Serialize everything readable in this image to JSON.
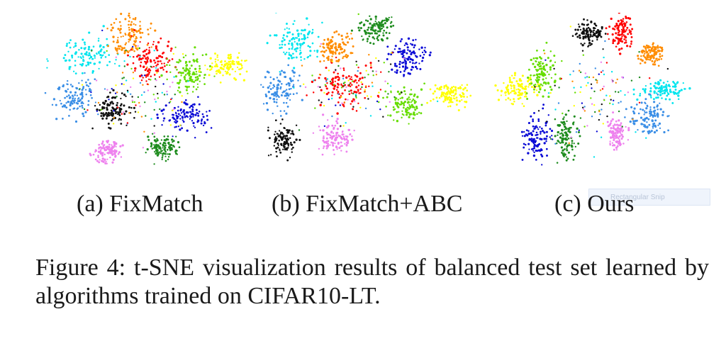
{
  "figure": {
    "subcaptions": {
      "a": "(a) FixMatch",
      "b": "(b) FixMatch+ABC",
      "c": "(c) Ours"
    },
    "caption": "Figure 4: t-SNE visualization results of balanced test set learned by algorithms trained on CIFAR10-LT."
  },
  "overlay": {
    "snip_label": "Rectangular Snip"
  },
  "palette": [
    "#00e5ee",
    "#ff8c00",
    "#ff0000",
    "#66dd00",
    "#ffff00",
    "#3a8ee6",
    "#111111",
    "#0a0ad6",
    "#ee82ee",
    "#1e8c1e"
  ],
  "chart_data": [
    {
      "type": "scatter",
      "title": "(a) FixMatch",
      "clusters": [
        {
          "color": "#00e5ee",
          "cx": 0.22,
          "cy": 0.25,
          "rx": 0.13,
          "ry": 0.12
        },
        {
          "color": "#ff8c00",
          "cx": 0.42,
          "cy": 0.14,
          "rx": 0.09,
          "ry": 0.12
        },
        {
          "color": "#ff0000",
          "cx": 0.52,
          "cy": 0.3,
          "rx": 0.1,
          "ry": 0.14
        },
        {
          "color": "#66dd00",
          "cx": 0.7,
          "cy": 0.38,
          "rx": 0.1,
          "ry": 0.12
        },
        {
          "color": "#ffff00",
          "cx": 0.88,
          "cy": 0.33,
          "rx": 0.09,
          "ry": 0.07
        },
        {
          "color": "#3a8ee6",
          "cx": 0.17,
          "cy": 0.52,
          "rx": 0.1,
          "ry": 0.12
        },
        {
          "color": "#111111",
          "cx": 0.35,
          "cy": 0.59,
          "rx": 0.07,
          "ry": 0.09
        },
        {
          "color": "#0a0ad6",
          "cx": 0.7,
          "cy": 0.64,
          "rx": 0.12,
          "ry": 0.09
        },
        {
          "color": "#ee82ee",
          "cx": 0.32,
          "cy": 0.85,
          "rx": 0.07,
          "ry": 0.07
        },
        {
          "color": "#1e8c1e",
          "cx": 0.58,
          "cy": 0.83,
          "rx": 0.07,
          "ry": 0.07
        }
      ]
    },
    {
      "type": "scatter",
      "title": "(b) FixMatch+ABC",
      "clusters": [
        {
          "color": "#00e5ee",
          "cx": 0.18,
          "cy": 0.18,
          "rx": 0.11,
          "ry": 0.13
        },
        {
          "color": "#ff8c00",
          "cx": 0.35,
          "cy": 0.22,
          "rx": 0.08,
          "ry": 0.09
        },
        {
          "color": "#ff0000",
          "cx": 0.4,
          "cy": 0.45,
          "rx": 0.13,
          "ry": 0.12
        },
        {
          "color": "#1e8c1e",
          "cx": 0.55,
          "cy": 0.09,
          "rx": 0.08,
          "ry": 0.08
        },
        {
          "color": "#0a0ad6",
          "cx": 0.7,
          "cy": 0.27,
          "rx": 0.09,
          "ry": 0.11
        },
        {
          "color": "#66dd00",
          "cx": 0.69,
          "cy": 0.56,
          "rx": 0.09,
          "ry": 0.09
        },
        {
          "color": "#ffff00",
          "cx": 0.9,
          "cy": 0.5,
          "rx": 0.09,
          "ry": 0.07
        },
        {
          "color": "#3a8ee6",
          "cx": 0.1,
          "cy": 0.47,
          "rx": 0.09,
          "ry": 0.14
        },
        {
          "color": "#111111",
          "cx": 0.11,
          "cy": 0.78,
          "rx": 0.06,
          "ry": 0.09
        },
        {
          "color": "#ee82ee",
          "cx": 0.36,
          "cy": 0.76,
          "rx": 0.08,
          "ry": 0.1
        }
      ]
    },
    {
      "type": "scatter",
      "title": "(c) Ours",
      "clusters": [
        {
          "color": "#111111",
          "cx": 0.47,
          "cy": 0.12,
          "rx": 0.07,
          "ry": 0.08
        },
        {
          "color": "#ff0000",
          "cx": 0.62,
          "cy": 0.12,
          "rx": 0.05,
          "ry": 0.1
        },
        {
          "color": "#ff8c00",
          "cx": 0.76,
          "cy": 0.25,
          "rx": 0.06,
          "ry": 0.06
        },
        {
          "color": "#00e5ee",
          "cx": 0.82,
          "cy": 0.47,
          "rx": 0.1,
          "ry": 0.06
        },
        {
          "color": "#3a8ee6",
          "cx": 0.75,
          "cy": 0.64,
          "rx": 0.08,
          "ry": 0.1
        },
        {
          "color": "#ee82ee",
          "cx": 0.6,
          "cy": 0.74,
          "rx": 0.04,
          "ry": 0.1
        },
        {
          "color": "#66dd00",
          "cx": 0.25,
          "cy": 0.38,
          "rx": 0.06,
          "ry": 0.14
        },
        {
          "color": "#ffff00",
          "cx": 0.13,
          "cy": 0.47,
          "rx": 0.09,
          "ry": 0.08
        },
        {
          "color": "#0a0ad6",
          "cx": 0.22,
          "cy": 0.76,
          "rx": 0.07,
          "ry": 0.14
        },
        {
          "color": "#1e8c1e",
          "cx": 0.36,
          "cy": 0.76,
          "rx": 0.05,
          "ry": 0.14
        }
      ]
    }
  ]
}
